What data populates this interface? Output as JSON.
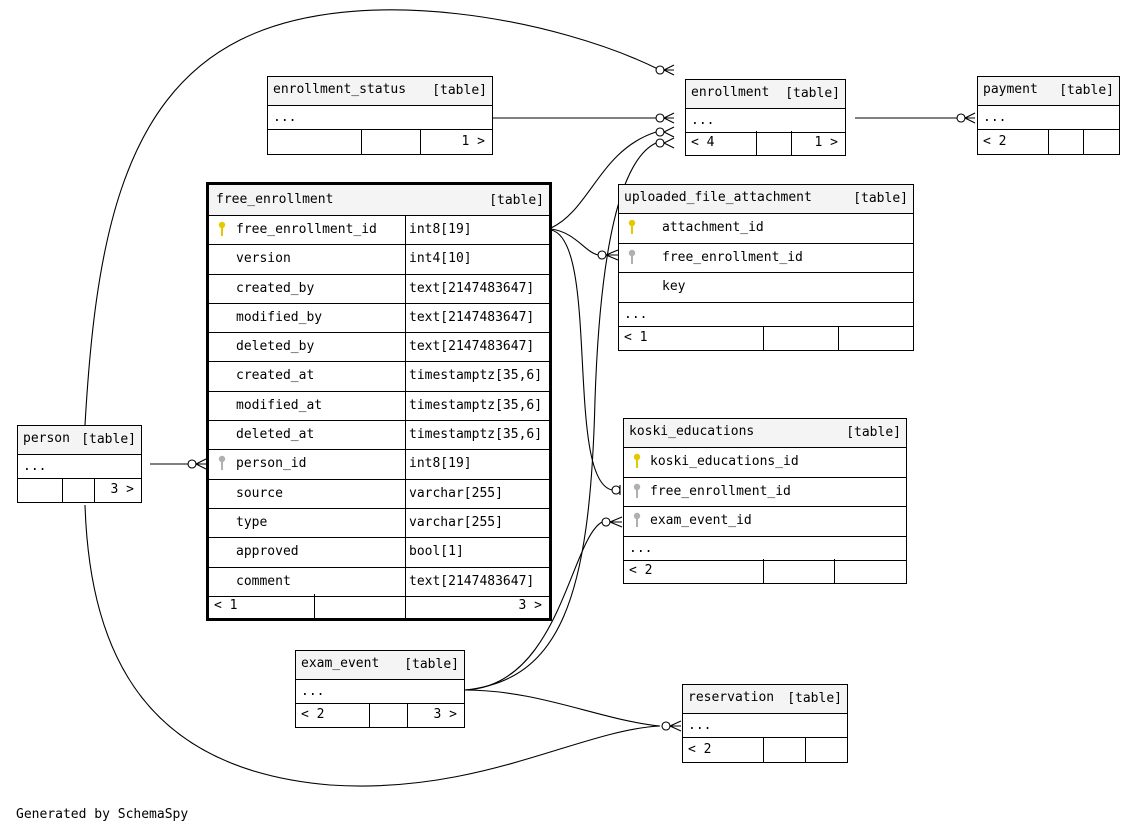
{
  "kind_label": "[table]",
  "ellipsis": "...",
  "footer": "Generated by SchemaSpy",
  "colors": {
    "pk_key": "#e6c800",
    "fk_key": "#b0b0b0",
    "header_bg": "#f4f4f4"
  },
  "tables": {
    "enrollment_status": {
      "name": "enrollment_status",
      "footer_right": "1 >"
    },
    "enrollment": {
      "name": "enrollment",
      "footer_left": "< 4",
      "footer_right": "1 >"
    },
    "payment": {
      "name": "payment",
      "footer_left": "< 2"
    },
    "person": {
      "name": "person",
      "footer_right": "3 >"
    },
    "uploaded_file_attachment": {
      "name": "uploaded_file_attachment",
      "columns": [
        {
          "name": "attachment_id",
          "key": "pk"
        },
        {
          "name": "free_enrollment_id",
          "key": "fk"
        },
        {
          "name": "key",
          "key": ""
        }
      ],
      "footer_left": "< 1"
    },
    "koski_educations": {
      "name": "koski_educations",
      "columns": [
        {
          "name": "koski_educations_id",
          "key": "pk"
        },
        {
          "name": "free_enrollment_id",
          "key": "fk"
        },
        {
          "name": "exam_event_id",
          "key": "fk"
        }
      ],
      "footer_left": "< 2"
    },
    "exam_event": {
      "name": "exam_event",
      "footer_left": "< 2",
      "footer_right": "3 >"
    },
    "reservation": {
      "name": "reservation",
      "footer_left": "< 2"
    },
    "free_enrollment": {
      "name": "free_enrollment",
      "columns": [
        {
          "name": "free_enrollment_id",
          "type": "int8[19]",
          "key": "pk"
        },
        {
          "name": "version",
          "type": "int4[10]",
          "key": ""
        },
        {
          "name": "created_by",
          "type": "text[2147483647]",
          "key": ""
        },
        {
          "name": "modified_by",
          "type": "text[2147483647]",
          "key": ""
        },
        {
          "name": "deleted_by",
          "type": "text[2147483647]",
          "key": ""
        },
        {
          "name": "created_at",
          "type": "timestamptz[35,6]",
          "key": ""
        },
        {
          "name": "modified_at",
          "type": "timestamptz[35,6]",
          "key": ""
        },
        {
          "name": "deleted_at",
          "type": "timestamptz[35,6]",
          "key": ""
        },
        {
          "name": "person_id",
          "type": "int8[19]",
          "key": "fk"
        },
        {
          "name": "source",
          "type": "varchar[255]",
          "key": ""
        },
        {
          "name": "type",
          "type": "varchar[255]",
          "key": ""
        },
        {
          "name": "approved",
          "type": "bool[1]",
          "key": ""
        },
        {
          "name": "comment",
          "type": "text[2147483647]",
          "key": ""
        }
      ],
      "footer_left": "< 1",
      "footer_right": "3 >"
    }
  }
}
